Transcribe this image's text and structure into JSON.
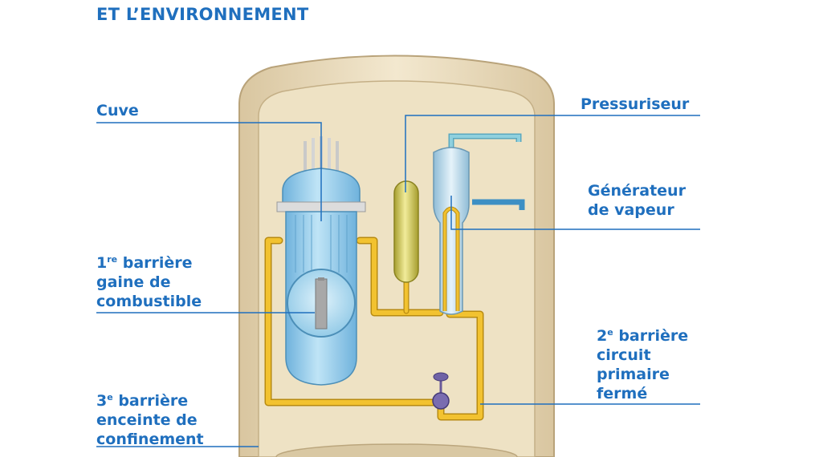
{
  "header": {
    "title": "ET L’ENVIRONNEMENT"
  },
  "labels": {
    "cuve": "Cuve",
    "pressuriseur": "Pressuriseur",
    "generateur_line1": "Générateur",
    "generateur_line2": "de vapeur",
    "barriere1_num": "1",
    "barriere1_sup": "re",
    "barriere1_word": " barrière",
    "barriere1_line2": "gaine de",
    "barriere1_line3": "combustible",
    "barriere2_num": "2",
    "barriere2_sup": "e",
    "barriere2_word": " barrière",
    "barriere2_line2": "circuit",
    "barriere2_line3": "primaire",
    "barriere2_line4": "fermé",
    "barriere3_num": "3",
    "barriere3_sup": "e",
    "barriere3_word": " barrière",
    "barriere3_line2": "enceinte de",
    "barriere3_line3": "confinement"
  },
  "colors": {
    "label_blue": "#1f6fbe",
    "containment_fill": "#eee0c0",
    "containment_edge": "#c9b48c",
    "pipe_yellow": "#f2c230",
    "vessel_blue": "#8cc8e8",
    "pressurizer_olive": "#c9c25a"
  }
}
